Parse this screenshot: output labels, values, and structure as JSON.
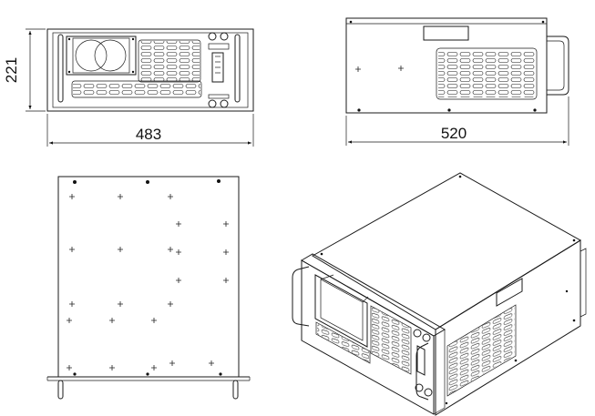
{
  "dimensions": {
    "front_height": "221",
    "front_width": "483",
    "side_depth": "520"
  },
  "colors": {
    "line": "#1a1a1a",
    "background": "#ffffff"
  }
}
